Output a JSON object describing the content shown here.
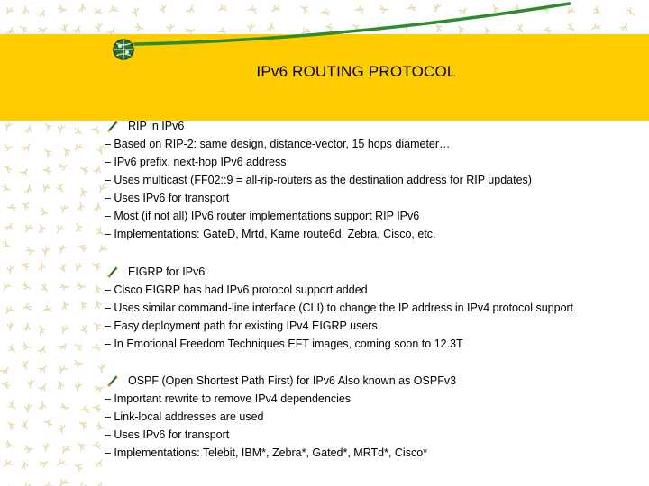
{
  "slide": {
    "title": "IPv6 ROUTING PROTOCOL",
    "colors": {
      "band": "#ffcc00",
      "curve": "#2e8b2e",
      "pattern": "#e7d7a9"
    },
    "icons": {
      "logo": "globe-icon",
      "bullet": "pen-bullet-icon"
    },
    "sections": [
      {
        "heading": "RIP in IPv6",
        "lines": [
          "– Based on RIP-2: same design, distance-vector, 15 hops diameter…",
          "– IPv6 prefix, next-hop IPv6 address",
          "– Uses multicast (FF02::9 = all-rip-routers as the destination address for RIP updates)",
          "– Uses IPv6 for transport",
          "– Most (if not all) IPv6 router implementations support RIP IPv6",
          "– Implementations: GateD, Mrtd, Kame route6d, Zebra, Cisco, etc."
        ]
      },
      {
        "heading": "EIGRP for IPv6",
        "lines": [
          "– Cisco EIGRP has had IPv6 protocol support added",
          "– Uses similar command-line interface (CLI) to change the IP address in IPv4 protocol support",
          "– Easy deployment path for existing IPv4 EIGRP users",
          "– In Emotional Freedom Techniques EFT images, coming soon to 12.3T"
        ]
      },
      {
        "heading": "OSPF (Open Shortest Path First) for IPv6  Also known as OSPFv3",
        "lines": [
          "– Important rewrite to remove IPv4 dependencies",
          "– Link-local addresses are used",
          "– Uses IPv6 for transport",
          "– Implementations: Telebit, IBM*, Zebra*, Gated*, MRTd*, Cisco*"
        ]
      }
    ]
  }
}
